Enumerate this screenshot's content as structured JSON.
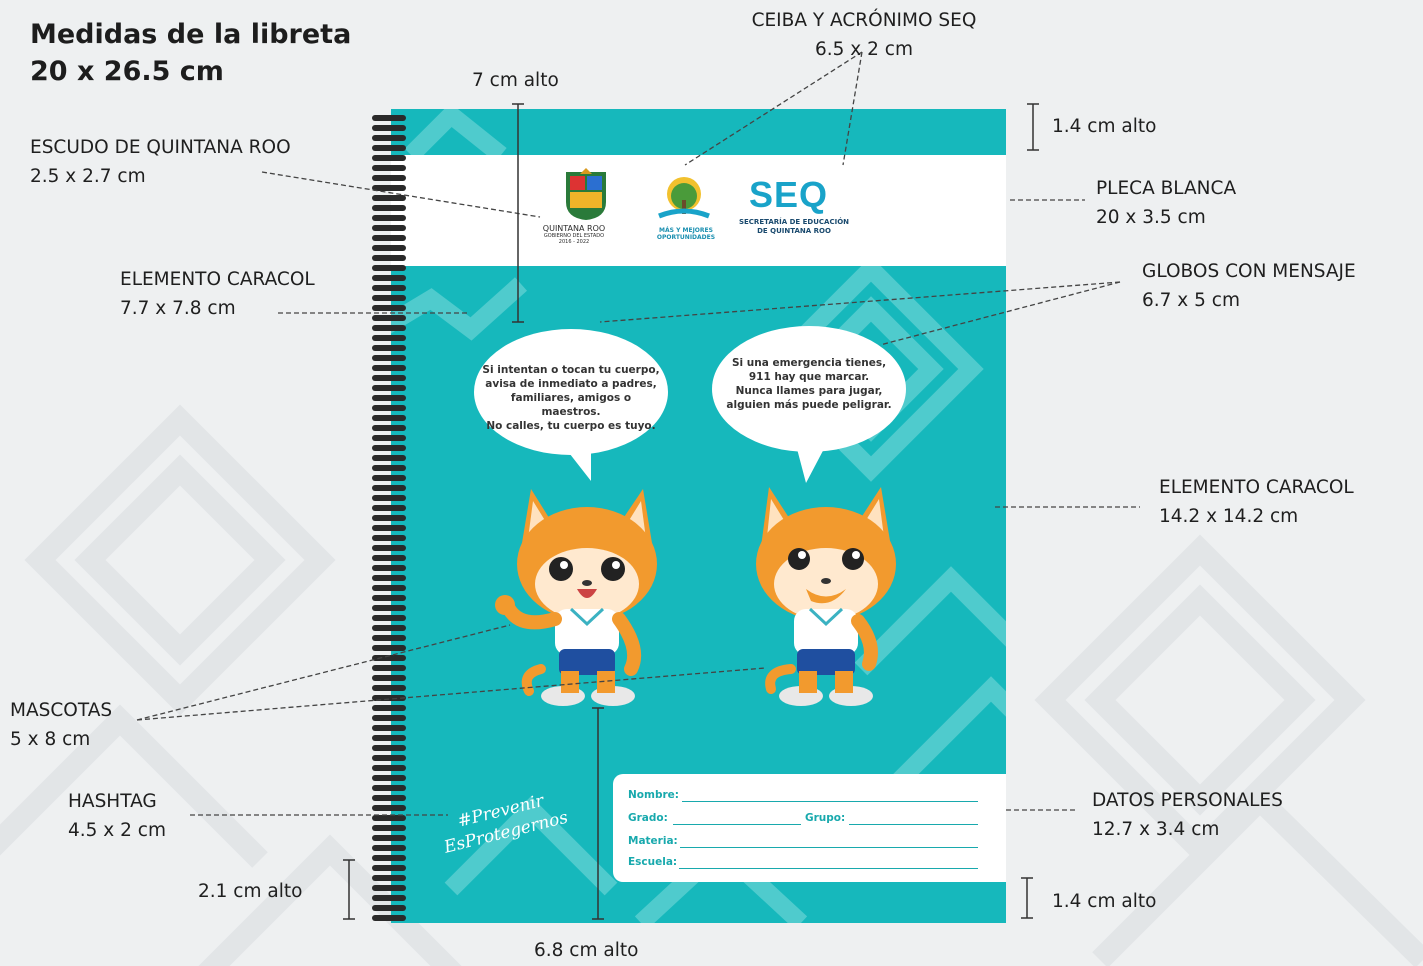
{
  "heading": {
    "line1": "Medidas de la libreta",
    "line2": "20 x 26.5 cm"
  },
  "labels": {
    "ceiba": {
      "title": "CEIBA Y ACRÓNIMO SEQ",
      "size": "6.5 x 2 cm"
    },
    "alto_7": "7 cm alto",
    "alto_top": "1.4 cm alto",
    "escudo": {
      "title": "ESCUDO DE QUINTANA ROO",
      "size": "2.5 x 2.7 cm"
    },
    "pleca": {
      "title": "PLECA BLANCA",
      "size": "20 x 3.5 cm"
    },
    "caracol_small": {
      "title": "ELEMENTO CARACOL",
      "size": "7.7 x 7.8 cm"
    },
    "globos": {
      "title": "GLOBOS CON MENSAJE",
      "size": "6.7 x 5 cm"
    },
    "caracol_big": {
      "title": "ELEMENTO CARACOL",
      "size": "14.2 x 14.2 cm"
    },
    "mascotas": {
      "title": "MASCOTAS",
      "size": "5 x 8 cm"
    },
    "hashtag": {
      "title": "HASHTAG",
      "size": "4.5 x 2 cm"
    },
    "datos": {
      "title": "DATOS PERSONALES",
      "size": "12.7 x 3.4 cm"
    },
    "alto_21": "2.1 cm alto",
    "alto_bottom": "1.4 cm alto",
    "alto_68": "6.8 cm alto"
  },
  "logos": {
    "qroo": {
      "name": "QUINTANA ROO",
      "sub": "GOBIERNO DEL ESTADO",
      "years": "2016 - 2022"
    },
    "mas": {
      "line1": "MÁS Y MEJORES",
      "line2": "OPORTUNIDADES"
    },
    "seq": {
      "acronym": "SEQ",
      "line1": "SECRETARÍA DE EDUCACIÓN",
      "line2": "DE QUINTANA ROO"
    }
  },
  "bubbles": {
    "left": [
      "Si intentan o tocan tu cuerpo,",
      "avisa de inmediato a padres,",
      "familiares, amigos o maestros.",
      "No calles, tu cuerpo es tuyo."
    ],
    "right": [
      "Si una emergencia tienes,",
      "911 hay que marcar.",
      "Nunca llames para jugar,",
      "alguien más puede peligrar."
    ]
  },
  "hashtag_text": {
    "line1": "#Prevenir",
    "line2": "EsProtegernos"
  },
  "datos_form": {
    "nombre": "Nombre:",
    "grado": "Grado:",
    "grupo": "Grupo:",
    "materia": "Materia:",
    "escuela": "Escuela:"
  },
  "colors": {
    "teal": "#16b8bc",
    "white": "#ffffff",
    "orange": "#f29a2e",
    "navy": "#1f4fa0",
    "seq_blue": "#19a3c9"
  }
}
